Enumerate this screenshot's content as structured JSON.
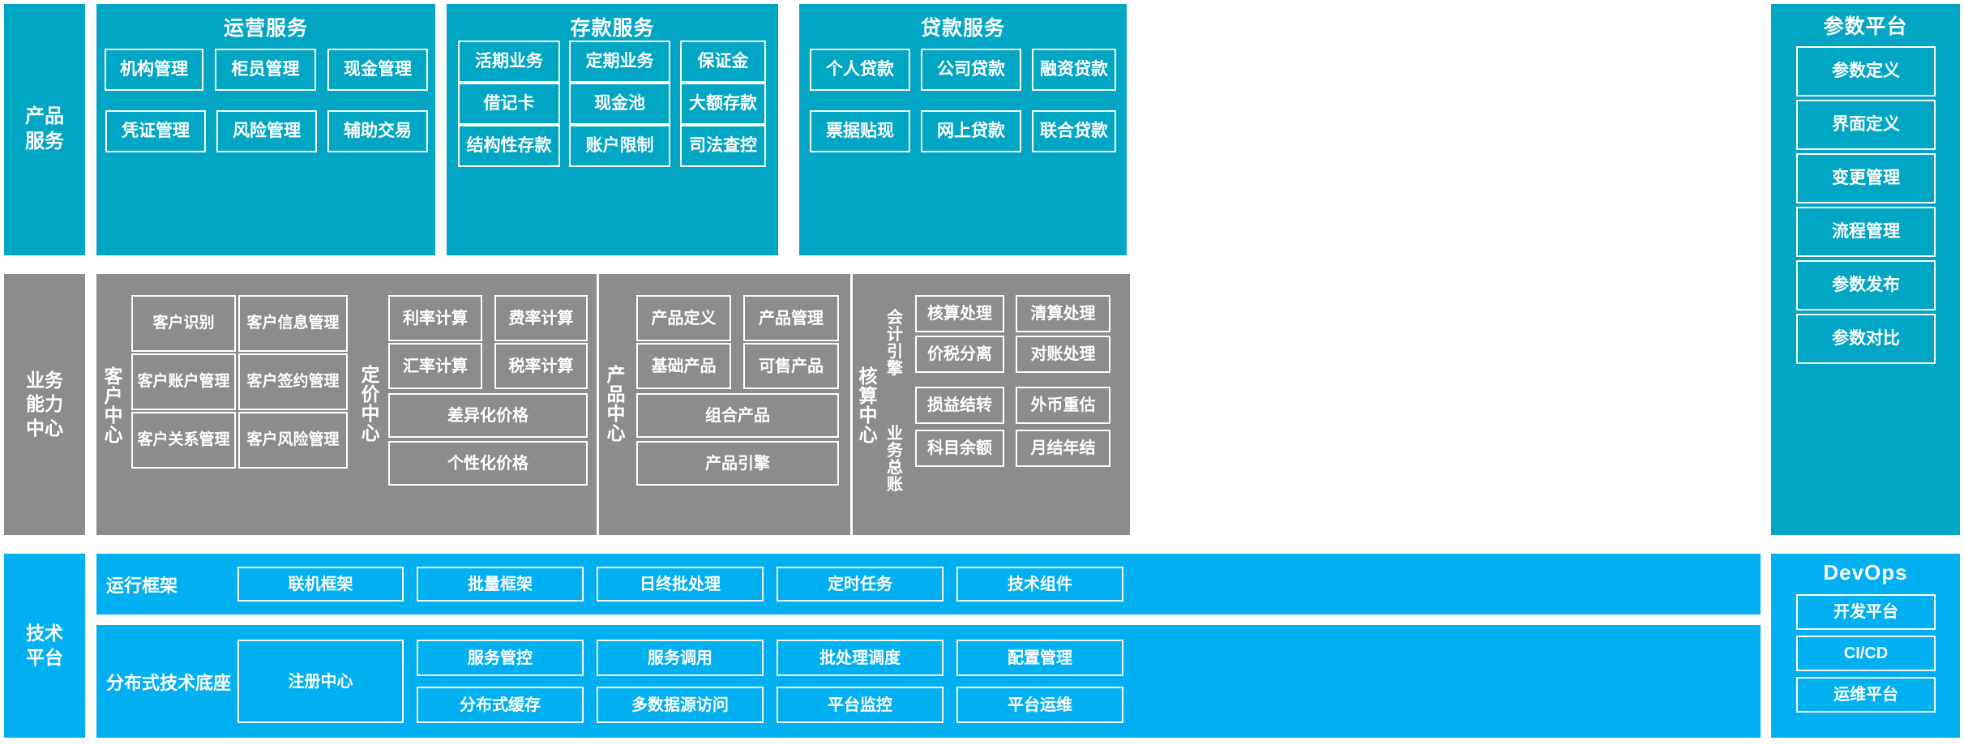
{
  "colors": {
    "product_band": "#00a6c4",
    "capability_band": "#8c8c8c",
    "tech_band": "#00b0f0",
    "box_border": "#ffffff",
    "text": "#ffffff"
  },
  "bands": {
    "product": {
      "label": "产品\n服务",
      "label_line1": "产品",
      "label_line2": "服务",
      "groups": [
        {
          "title": "运营服务",
          "items": [
            "机构管理",
            "柜员管理",
            "现金管理",
            "凭证管理",
            "风险管理",
            "辅助交易"
          ]
        },
        {
          "title": "存款服务",
          "items": [
            "活期业务",
            "定期业务",
            "保证金",
            "借记卡",
            "现金池",
            "大额存款",
            "结构性存款",
            "账户限制",
            "司法查控"
          ]
        },
        {
          "title": "贷款服务",
          "items": [
            "个人贷款",
            "公司贷款",
            "融资贷款",
            "票据贴现",
            "网上贷款",
            "联合贷款"
          ]
        }
      ]
    },
    "capability": {
      "label_line1": "业务",
      "label_line2": "能力",
      "label_line3": "中心",
      "centers": [
        {
          "name": "客户中心",
          "items": [
            "客户识别",
            "客户信息管理",
            "客户账户管理",
            "客户签约管理",
            "客户关系管理",
            "客户风险管理"
          ]
        },
        {
          "name": "定价中心",
          "items": [
            "利率计算",
            "费率计算",
            "汇率计算",
            "税率计算"
          ],
          "wide_items": [
            "差异化价格",
            "个性化价格"
          ]
        },
        {
          "name": "产品中心",
          "items": [
            "产品定义",
            "产品管理",
            "基础产品",
            "可售产品"
          ],
          "wide_items": [
            "组合产品",
            "产品引擎"
          ]
        },
        {
          "name": "核算中心",
          "sub_groups": [
            {
              "name": "会计引擎",
              "items": [
                "核算处理",
                "清算处理",
                "价税分离",
                "对账处理"
              ]
            },
            {
              "name": "业务总账",
              "items": [
                "损益结转",
                "外币重估",
                "科目余额",
                "月结年结"
              ]
            }
          ]
        }
      ]
    },
    "tech": {
      "label_line1": "技术",
      "label_line2": "平台",
      "rows": [
        {
          "name": "运行框架",
          "items": [
            "联机框架",
            "批量框架",
            "日终批处理",
            "定时任务",
            "技术组件"
          ]
        },
        {
          "name": "分布式技术底座",
          "anchor": "注册中心",
          "columns": [
            {
              "top": "服务管控",
              "bottom": "分布式缓存"
            },
            {
              "top": "服务调用",
              "bottom": "多数据源访问"
            },
            {
              "top": "批处理调度",
              "bottom": "平台监控"
            },
            {
              "top": "配置管理",
              "bottom": "平台运维"
            }
          ]
        }
      ]
    }
  },
  "right_column": {
    "parameter_platform": {
      "title": "参数平台",
      "items": [
        "参数定义",
        "界面定义",
        "变更管理",
        "流程管理",
        "参数发布",
        "参数对比"
      ]
    },
    "devops": {
      "title": "DevOps",
      "items": [
        "开发平台",
        "CI/CD",
        "运维平台"
      ]
    }
  }
}
